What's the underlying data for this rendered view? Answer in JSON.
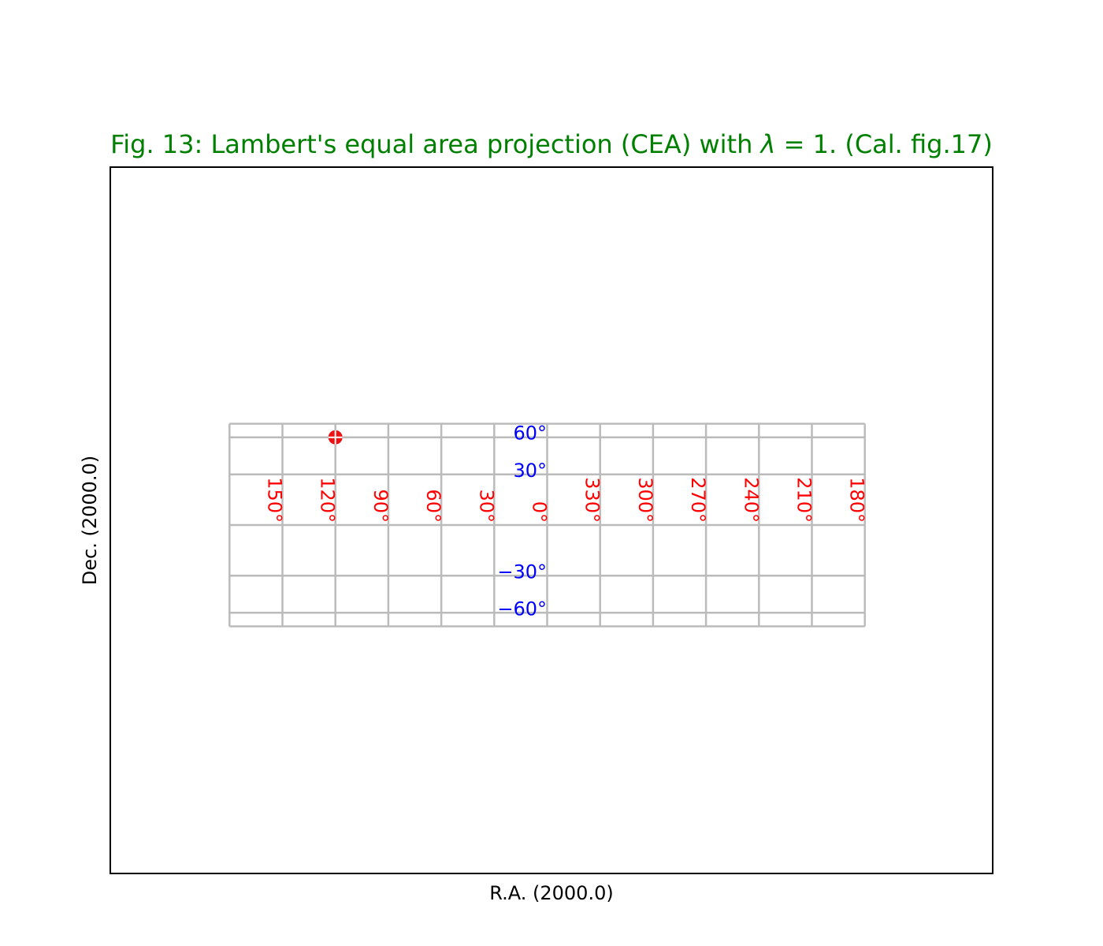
{
  "chart_data": {
    "type": "scatter",
    "title": "Fig. 13: Lambert's equal area projection (CEA) with λ = 1. (Cal. fig.17)",
    "title_parts": {
      "prefix": "Fig. 13: Lambert's equal area projection (CEA) with ",
      "lambda": "λ",
      "equals": " = 1. (Cal. fig.17)"
    },
    "xlabel": "R.A. (2000.0)",
    "ylabel": "Dec. (2000.0)",
    "projection": "CEA",
    "lambda": 1,
    "grid": true,
    "ra_lines": [
      180,
      150,
      120,
      90,
      60,
      30,
      0,
      330,
      300,
      270,
      240,
      210,
      180
    ],
    "ra_labels": [
      {
        "ra": 150,
        "text": "150°"
      },
      {
        "ra": 120,
        "text": "120°"
      },
      {
        "ra": 90,
        "text": "90°"
      },
      {
        "ra": 60,
        "text": "60°"
      },
      {
        "ra": 30,
        "text": "30°"
      },
      {
        "ra": 0,
        "text": "0°"
      },
      {
        "ra": 330,
        "text": "330°"
      },
      {
        "ra": 300,
        "text": "300°"
      },
      {
        "ra": 270,
        "text": "270°"
      },
      {
        "ra": 240,
        "text": "240°"
      },
      {
        "ra": 210,
        "text": "210°"
      },
      {
        "ra": 180,
        "text": "180°"
      }
    ],
    "dec_lines": [
      -90,
      -60,
      -30,
      0,
      30,
      60,
      90
    ],
    "dec_labels": [
      {
        "dec": 60,
        "text": "60°"
      },
      {
        "dec": 30,
        "text": "30°"
      },
      {
        "dec": -30,
        "text": "−30°"
      },
      {
        "dec": -60,
        "text": "−60°"
      }
    ],
    "points": [
      {
        "ra": 120,
        "dec": 60,
        "marker": "circle-plus"
      }
    ],
    "colors": {
      "title": "#008000",
      "ra_labels": "#ff0000",
      "dec_labels": "#0000ff",
      "grid": "#bbbbbb",
      "frame": "#000000",
      "marker": "#ee1111"
    }
  }
}
